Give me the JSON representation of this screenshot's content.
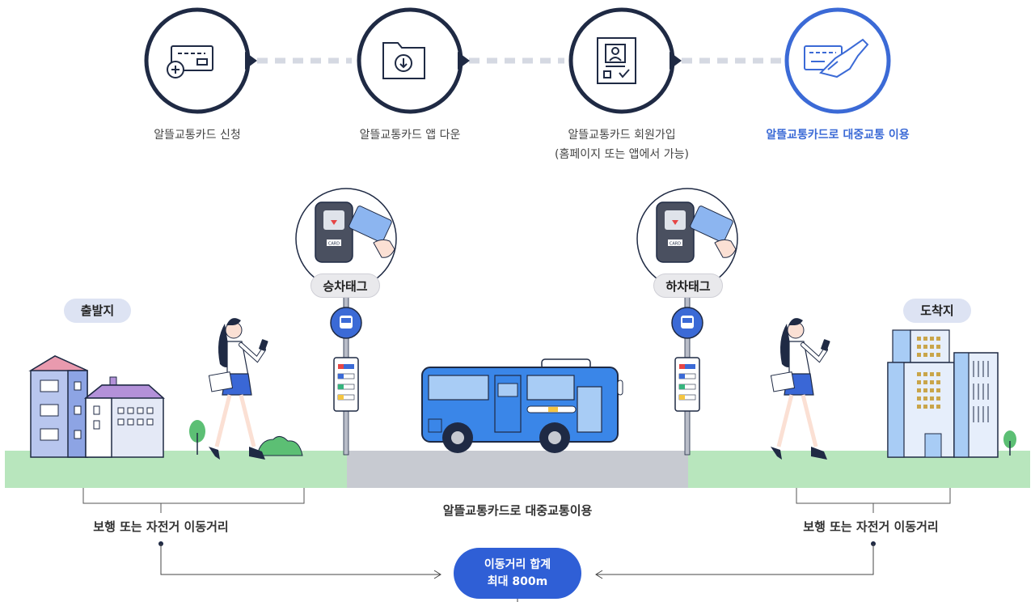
{
  "steps": [
    {
      "label": "알뜰교통카드 신청",
      "icon": "card-add-icon"
    },
    {
      "label": "알뜰교통카드 앱 다운",
      "icon": "folder-download-icon"
    },
    {
      "label": "알뜰교통카드 회원가입",
      "sublabel": "(홈페이지 또는 앱에서 가능)",
      "icon": "member-form-icon"
    },
    {
      "label": "알뜰교통카드로 대중교통 이용",
      "icon": "card-handshake-icon"
    }
  ],
  "scene": {
    "origin": "출발지",
    "destination": "도착지",
    "board_tag": "승차태그",
    "alight_tag": "하차태그",
    "walk_left": "보행 또는 자전거 이동거리",
    "walk_right": "보행 또는 자전거 이동거리",
    "transit": "알뜰교통카드로 대중교통이용",
    "total_line1": "이동거리 합계",
    "total_line2": "최대 800m",
    "card_text": "CARD"
  },
  "colors": {
    "accent": "#3b6ad6",
    "navy": "#1f2a44",
    "grass": "#b8e6bd",
    "road": "#c7cad1",
    "bus": "#3a86e8"
  }
}
